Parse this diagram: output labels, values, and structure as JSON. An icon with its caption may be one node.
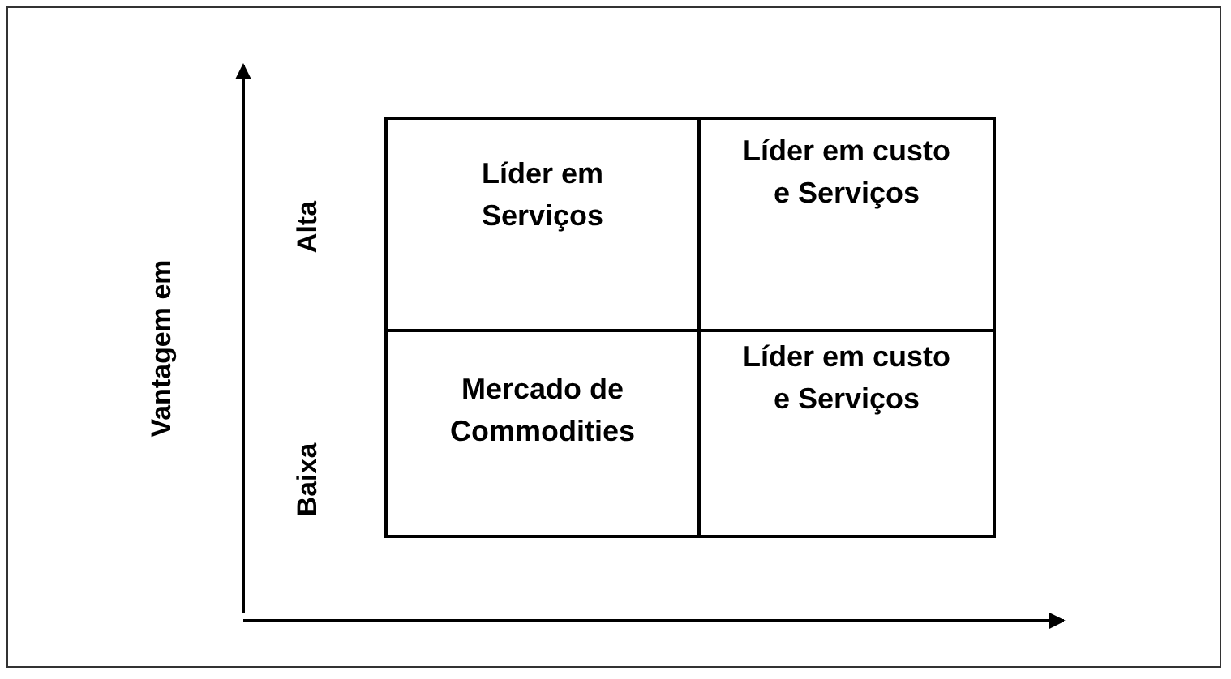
{
  "diagram": {
    "nodes": [
      {
        "text": [
          "Líder em Serviços"
        ]
      },
      {
        "text": [
          "Líder em custo e Serviços"
        ]
      },
      {
        "text": [
          "Mercado de Commodities"
        ]
      },
      {
        "text": [
          "Líder em custo e Serviços"
        ]
      }
    ],
    "labels": [
      "Vantagem em",
      "Alta",
      "Baixa"
    ]
  }
}
